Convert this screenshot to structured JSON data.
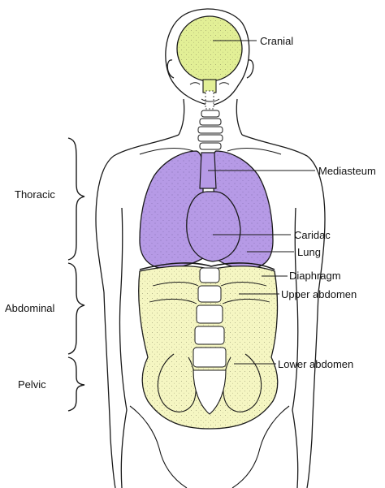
{
  "labels": {
    "cranial": "Cranial",
    "mediasteum": "Mediasteum",
    "caridac": "Caridac",
    "lung": "Lung",
    "diaphragm": "Diaphragm",
    "upper_abdomen": "Upper abdomen",
    "lower_abdomen": "Lower abdomen",
    "thoracic": "Thoracic",
    "abdominal": "Abdominal",
    "pelvic": "Pelvic"
  },
  "colors": {
    "cranial_fill": "#e2ef96",
    "thoracic_fill": "#b69ae6",
    "abdominal_fill": "#f5f6c2",
    "outline": "#1a1a1a"
  }
}
